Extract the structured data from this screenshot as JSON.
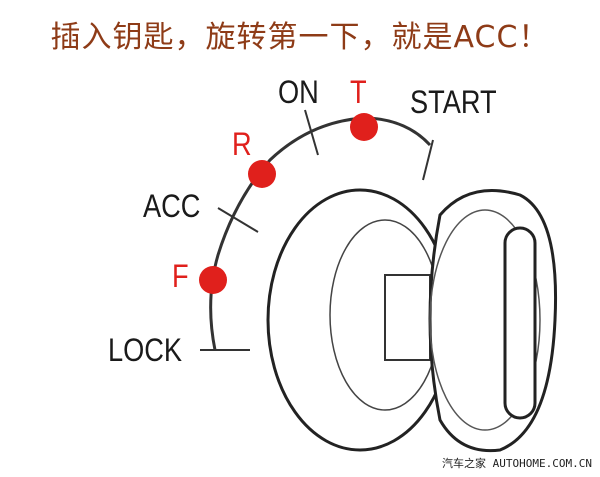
{
  "title": "插入钥匙，旋转第一下，就是ACC！",
  "labels": {
    "on": "ON",
    "t": "T",
    "start": "START",
    "r": "R",
    "acc": "ACC",
    "f": "F",
    "lock": "LOCK"
  },
  "watermark": "汽车之家 AUTOHOME.COM.CN",
  "colors": {
    "title": "#8e3b17",
    "dot": "#e0201c",
    "line": "#2a2a2a"
  }
}
